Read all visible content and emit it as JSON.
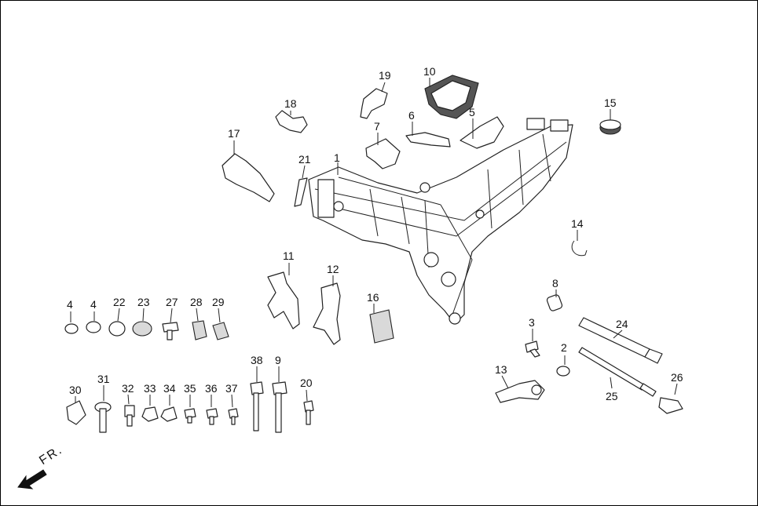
{
  "diagram": {
    "callouts": [
      "1",
      "2",
      "3",
      "4",
      "4",
      "5",
      "6",
      "7",
      "8",
      "9",
      "10",
      "11",
      "12",
      "13",
      "14",
      "15",
      "16",
      "17",
      "18",
      "19",
      "20",
      "21",
      "22",
      "23",
      "24",
      "25",
      "26",
      "27",
      "28",
      "29",
      "30",
      "31",
      "32",
      "33",
      "34",
      "35",
      "36",
      "37",
      "38"
    ],
    "front_indicator": "FR."
  }
}
